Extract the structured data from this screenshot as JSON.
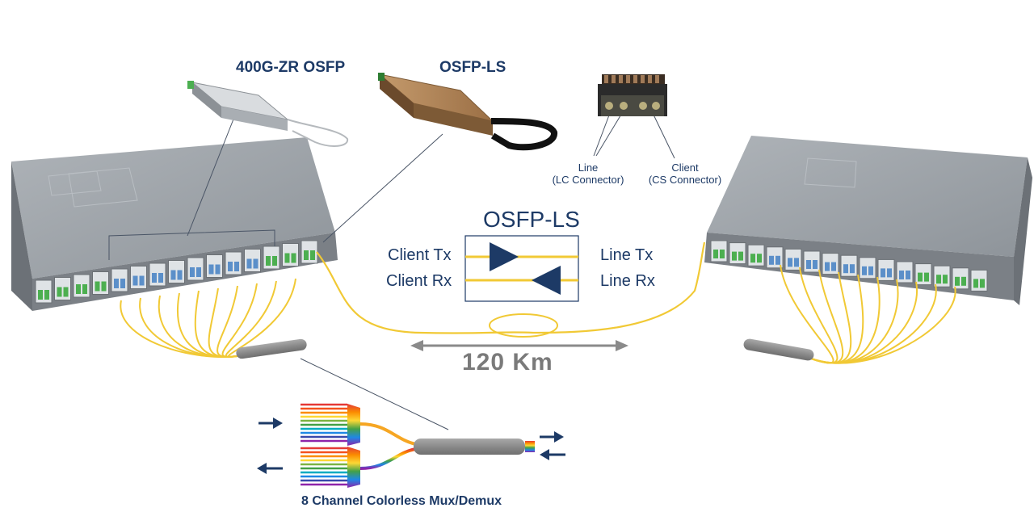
{
  "labels": {
    "zr_module": "400G-ZR OSFP",
    "ls_module": "OSFP-LS",
    "line_connector": [
      "Line",
      "(LC Connector)"
    ],
    "client_connector": [
      "Client",
      "(CS Connector)"
    ],
    "box_title": "OSFP-LS",
    "client_tx": "Client Tx",
    "client_rx": "Client Rx",
    "line_tx": "Line Tx",
    "line_rx": "Line Rx",
    "distance": "120 Km",
    "mux_caption": "8 Channel Colorless Mux/Demux"
  },
  "colors": {
    "text": "#1d3a66",
    "fiber": "#f1c935",
    "switch": "#9aa0a6",
    "port_green": "#4caf50",
    "port_blue": "#5b8fc9",
    "amplifier": "#1d3a66",
    "distance": "#7a7a7a"
  }
}
